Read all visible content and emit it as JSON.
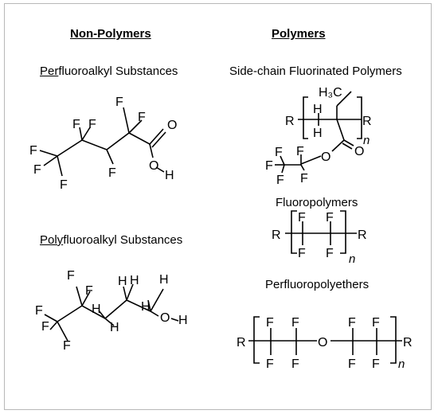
{
  "headers": {
    "non_polymers": "Non-Polymers",
    "polymers": "Polymers"
  },
  "labels": {
    "perfluoroalkyl": {
      "underlined": "Per",
      "rest": "fluoroalkyl  Substances"
    },
    "polyfluoroalkyl": {
      "underlined": "Poly",
      "rest": "fluoroalkyl  Substances"
    },
    "side_chain": "Side-chain Fluorinated Polymers",
    "fluoropolymers": "Fluoropolymers",
    "perfluoropolyethers": "Perfluoropolyethers"
  },
  "atoms": {
    "fluorine": "F",
    "hydrogen": "H",
    "oxygen": "O",
    "r_group": "R",
    "methyl": "H₃C",
    "repeat_n": "n"
  }
}
